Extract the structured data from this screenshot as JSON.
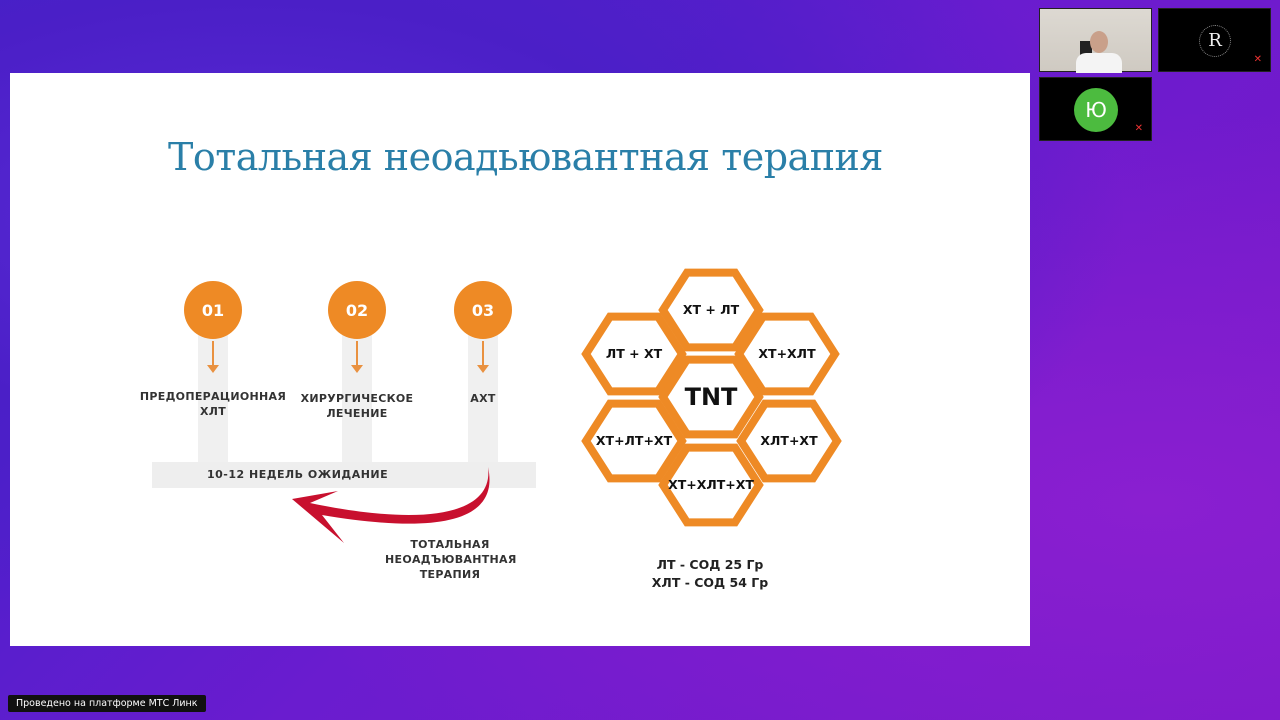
{
  "slide": {
    "title": "Тотальная неоадьювантная терапия",
    "steps": [
      {
        "num": "01",
        "label1": "ПРЕДОПЕРАЦИОННАЯ",
        "label2": "ХЛТ"
      },
      {
        "num": "02",
        "label1": "ХИРУРГИЧЕСКОЕ",
        "label2": "ЛЕЧЕНИЕ"
      },
      {
        "num": "03",
        "label1": "АХТ",
        "label2": ""
      }
    ],
    "wait_label": "10-12 НЕДЕЛЬ ОЖИДАНИЕ",
    "tnt_caption": [
      "ТОТАЛЬНАЯ",
      "НЕОАДЪЮВАНТНАЯ",
      "ТЕРАПИЯ"
    ],
    "hexagons": {
      "center": "TNT",
      "top": "ХТ + ЛТ",
      "upper_left": "ЛТ + ХТ",
      "upper_right": "ХТ+ХЛТ",
      "lower_left": "ХТ+ЛТ+ХТ",
      "lower_right": "ХЛТ+ХТ",
      "bottom": "ХТ+ХЛТ+ХТ"
    },
    "legend": [
      "ЛТ - СОД 25 Гр",
      "ХЛТ - СОД 54 Гр"
    ],
    "colors": {
      "accent": "#ee8a25",
      "title": "#2a7fa8",
      "arrow": "#c8102e"
    }
  },
  "participants": [
    {
      "type": "video",
      "muted": false
    },
    {
      "type": "logo",
      "logo_text": "R",
      "muted": true
    },
    {
      "type": "avatar",
      "initials": "Ю",
      "color": "#4cbb3f",
      "muted": true
    }
  ],
  "footer": "Проведено на платформе МТС Линк"
}
